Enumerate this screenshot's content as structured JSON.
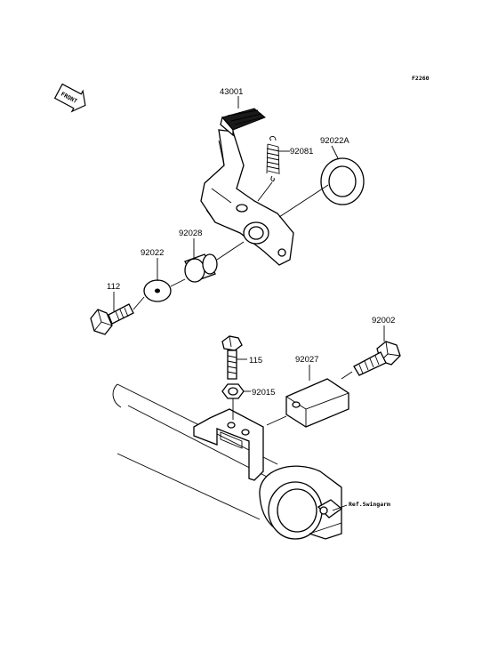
{
  "figure_code": "F2260",
  "front_marker": "FRONT",
  "parts": {
    "brake_pedal": "43001",
    "washer_large": "92022A",
    "spring": "92081",
    "collar": "92028",
    "washer": "92022",
    "bolt_pedal": "112",
    "bolt_bracket": "92002",
    "bolt_stopper": "115",
    "stopper": "92027",
    "nut": "92015"
  },
  "reference_label": "Ref.Swingarm"
}
